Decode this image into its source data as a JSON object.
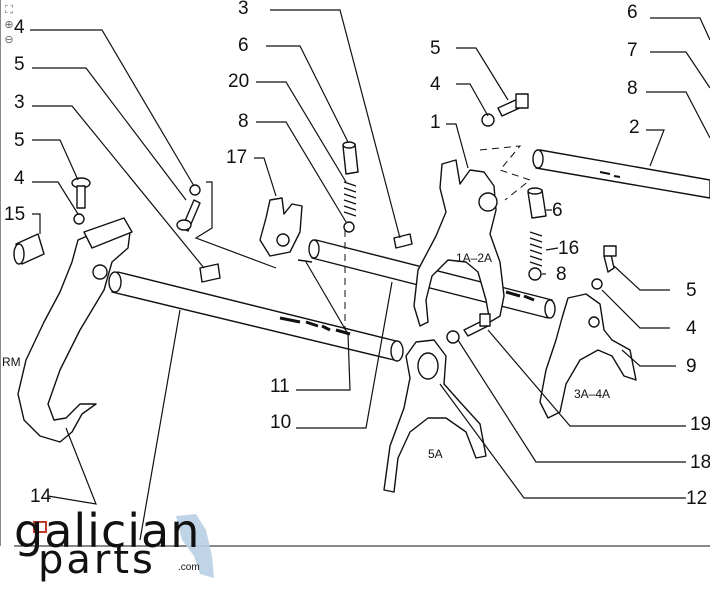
{
  "viewer_tools": {
    "fit_icon": "fit-page-icon",
    "zoom_in_icon": "zoom-in-icon",
    "zoom_out_icon": "zoom-out-icon",
    "fit_glyph": "⛶",
    "zoom_in_glyph": "⊕",
    "zoom_out_glyph": "⊖"
  },
  "callouts": {
    "c3_top": "3",
    "c6_topright": "6",
    "c4_left": "4",
    "c6_mid": "6",
    "c5_mid": "5",
    "c7_right": "7",
    "c3_left": "3",
    "c20": "20",
    "c4_mid": "4",
    "c8_right": "8",
    "c8_mid": "8",
    "c1": "1",
    "c2": "2",
    "c5_left": "5",
    "c17": "17",
    "c4_left2": "4",
    "c15": "15",
    "c6_fork": "6",
    "c16": "16",
    "c8_fork": "8",
    "c5_right": "5",
    "c4_right": "4",
    "c9": "9",
    "c11": "11",
    "c10": "10",
    "c19": "19",
    "c18": "18",
    "c14": "14",
    "c12": "12",
    "rm": "RM"
  },
  "fork_labels": {
    "fork_1a_2a": "1A–2A",
    "fork_3a_4a": "3A–4A",
    "fork_5a": "5A"
  },
  "watermark": {
    "line1": "galician",
    "line2": "parts",
    "suffix": ".com",
    "accent_color": "#b8cfe3",
    "mark_color": "#c0392b"
  }
}
